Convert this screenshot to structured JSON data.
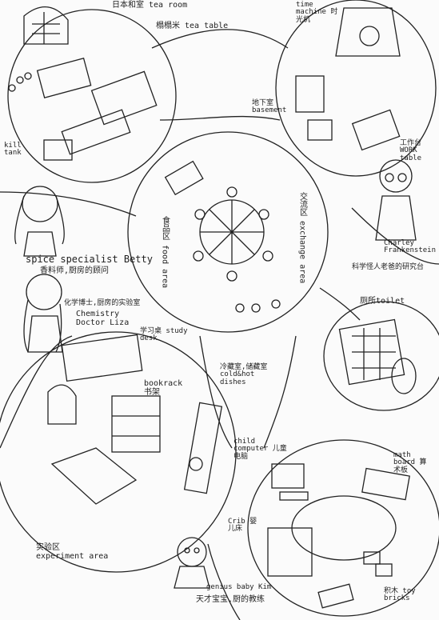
{
  "labels": {
    "top_room": "日本和室 tea room",
    "tea_table": "榻榻米 tea table",
    "tank": "kill tank",
    "time_machine": "time machine 时光机",
    "basement": "地下室 basement",
    "work_table": "工作台 WORK table",
    "foodie": "食品区 food area",
    "exchange": "交流区 exchange area",
    "charley": "Charley Frankenstein",
    "charley_cn": "科学怪人老爸的研究台",
    "betty": "spice specialist Betty",
    "betty_cn": "香料师,厨房的顾问",
    "toilet": "厕所toilet",
    "liza": "化学博士,厨房的实验室",
    "liza_en": "Chemistry Doctor Liza",
    "study_desk": "学习桌 study desk",
    "cold_hot": "冷藏室,储藏室 cold&hot dishes",
    "bookrack": "bookrack 书架",
    "experiment": "实验区 experiment area",
    "child_computer": "child computer 儿童电脑",
    "math_board": "math board 算术板",
    "crib": "Crib 婴儿床",
    "toy_bricks": "积木 toy bricks",
    "baby_kim": "genius baby Kim",
    "baby_kim_cn": "天才宝宝,厨的教练"
  },
  "colors": {
    "ink": "#1f1f1f",
    "paper": "#fbfbfb"
  }
}
